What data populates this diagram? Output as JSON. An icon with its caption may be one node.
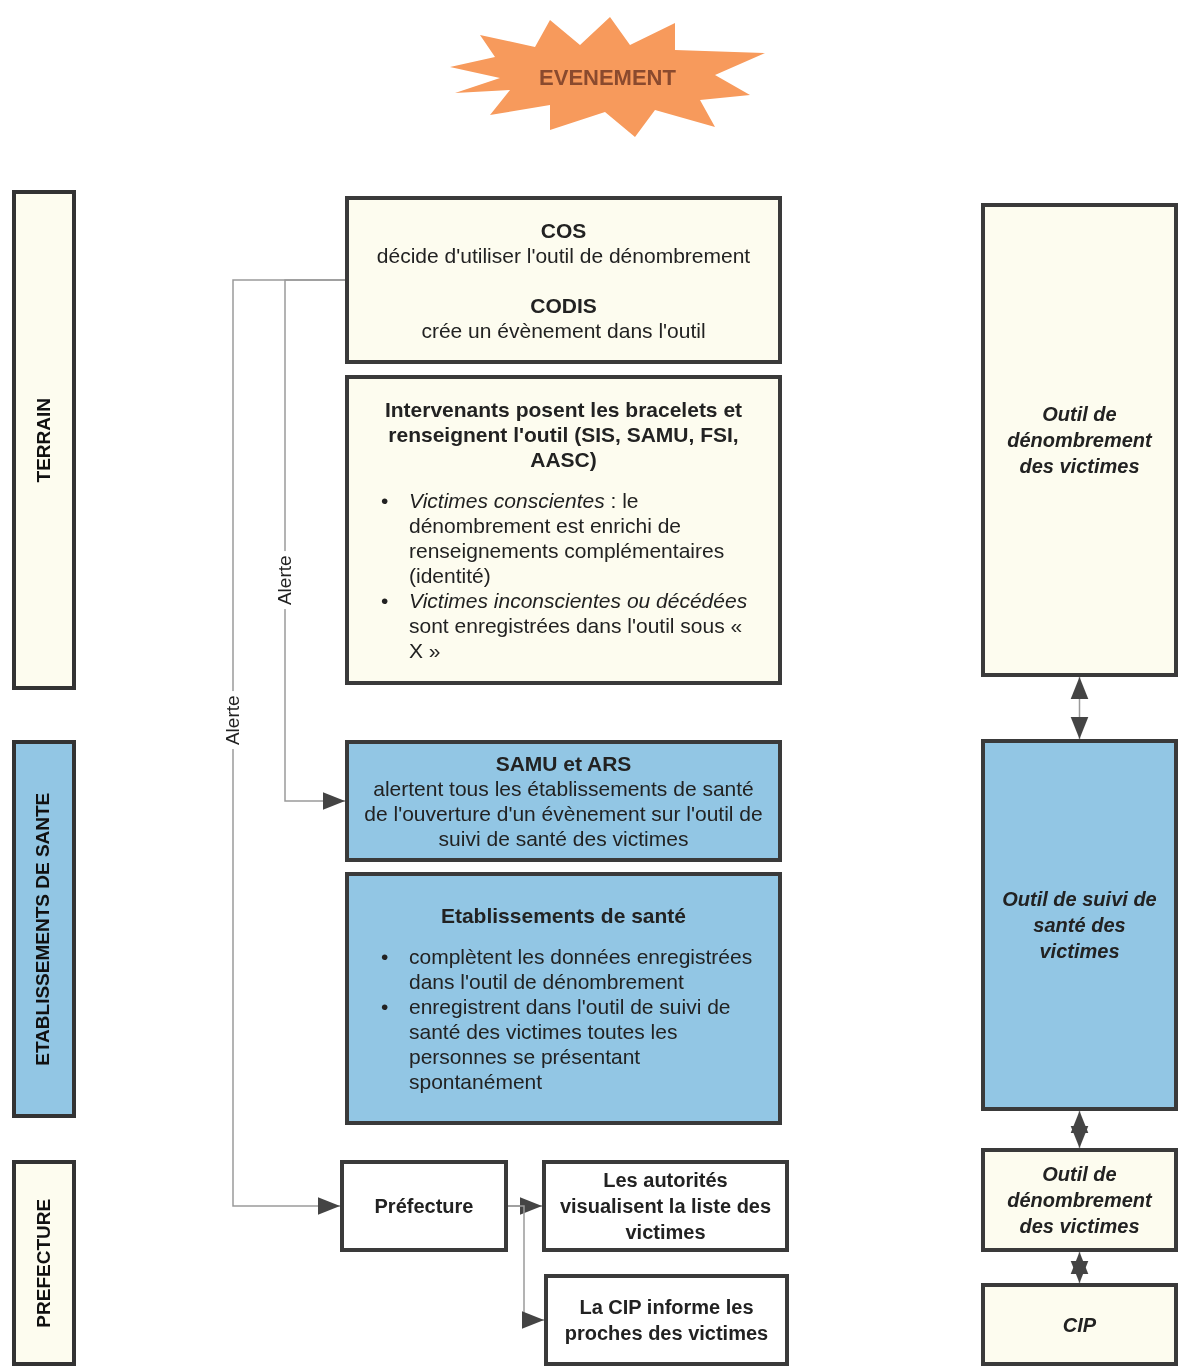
{
  "diagram": {
    "nodes": [
      {
        "text": [
          "EVENEMENT"
        ]
      },
      {
        "text": [
          "TERRAIN"
        ]
      },
      {
        "text": [
          "ETABLISSEMENTS DE SANTE"
        ]
      },
      {
        "text": [
          "PREFECTURE"
        ]
      },
      {
        "text": [
          "COS",
          "décide d'utiliser l'outil de dénombrement",
          "CODIS",
          "crée un évènement dans l'outil"
        ]
      },
      {
        "text": [
          "Intervenants posent les bracelets et renseignent l'outil (SIS, SAMU, FSI, AASC)",
          "•",
          "*Victimes conscientes* : le dénombrement est enrichi de renseignements complémentaires (identité)",
          "•",
          "*Victimes inconscientes ou décédées* sont enregistrées dans l'outil sous « X »"
        ]
      },
      {
        "text": [
          "SAMU et ARS",
          "alertent tous les établissements de santé de l'ouverture d'un évènement sur l'outil de suivi de santé des victimes"
        ]
      },
      {
        "text": [
          "Etablissements de santé",
          "•",
          "complètent les données enregistrées dans l'outil de dénombrement",
          "•",
          "enregistrent dans l'outil de suivi de santé des victimes toutes les personnes se présentant spontanément"
        ]
      },
      {
        "text": [
          "Préfecture"
        ]
      },
      {
        "text": [
          "Les autorités visualisent la liste des victimes"
        ]
      },
      {
        "text": [
          "La CIP informe les proches des victimes"
        ]
      },
      {
        "text": [
          "Outil de dénombrement des victimes"
        ]
      },
      {
        "text": [
          "Outil de suivi de santé des victimes"
        ]
      },
      {
        "text": [
          "Outil de dénombrement des victimes"
        ]
      },
      {
        "text": [
          "CIP"
        ]
      }
    ],
    "edges": [
      {
        "from": 4,
        "to": 6,
        "arrow": "to",
        "label": "Alerte"
      },
      {
        "from": 4,
        "to": 8,
        "arrow": "to",
        "label": "Alerte"
      },
      {
        "from": 8,
        "to": 9,
        "arrow": "to"
      },
      {
        "from": 8,
        "to": 10,
        "arrow": "to"
      },
      {
        "from": 11,
        "to": 12,
        "arrow": "both"
      },
      {
        "from": 12,
        "to": 13,
        "arrow": "both"
      },
      {
        "from": 13,
        "to": 14,
        "arrow": "both"
      }
    ]
  }
}
